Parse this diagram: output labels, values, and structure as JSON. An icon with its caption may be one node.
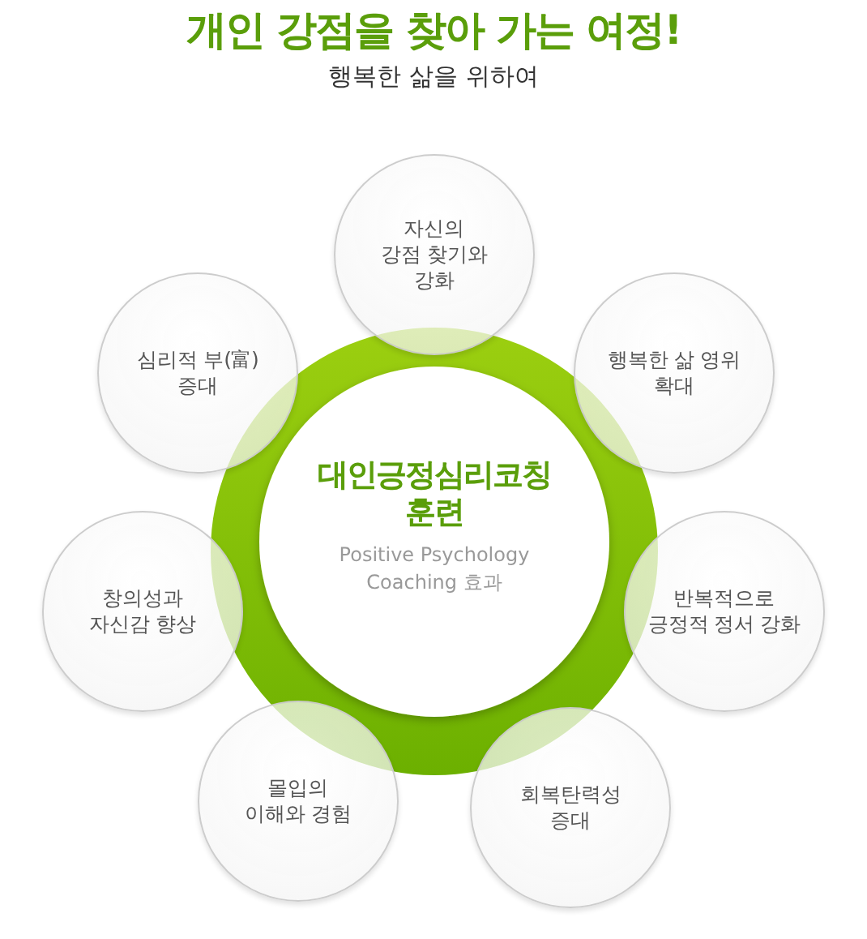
{
  "diagram": {
    "title": "개인 강점을 찾아 가는 여정!",
    "caption": "행복한 삶을 위하여",
    "nodes": [
      {
        "text": [
          "대인긍정심리코칭 훈련",
          "Positive Psychology Coaching 효과"
        ]
      },
      {
        "text": [
          "자신의 강점 찾기와 강화"
        ]
      },
      {
        "text": [
          "심리적 부(富) 증대"
        ]
      },
      {
        "text": [
          "행복한 삶 영위 확대"
        ]
      },
      {
        "text": [
          "창의성과 자신감 향상"
        ]
      },
      {
        "text": [
          "반복적으로 긍정적 정서 강화"
        ]
      },
      {
        "text": [
          "몰입의 이해와 경험"
        ]
      },
      {
        "text": [
          "회복탄력성 증대"
        ]
      }
    ]
  }
}
